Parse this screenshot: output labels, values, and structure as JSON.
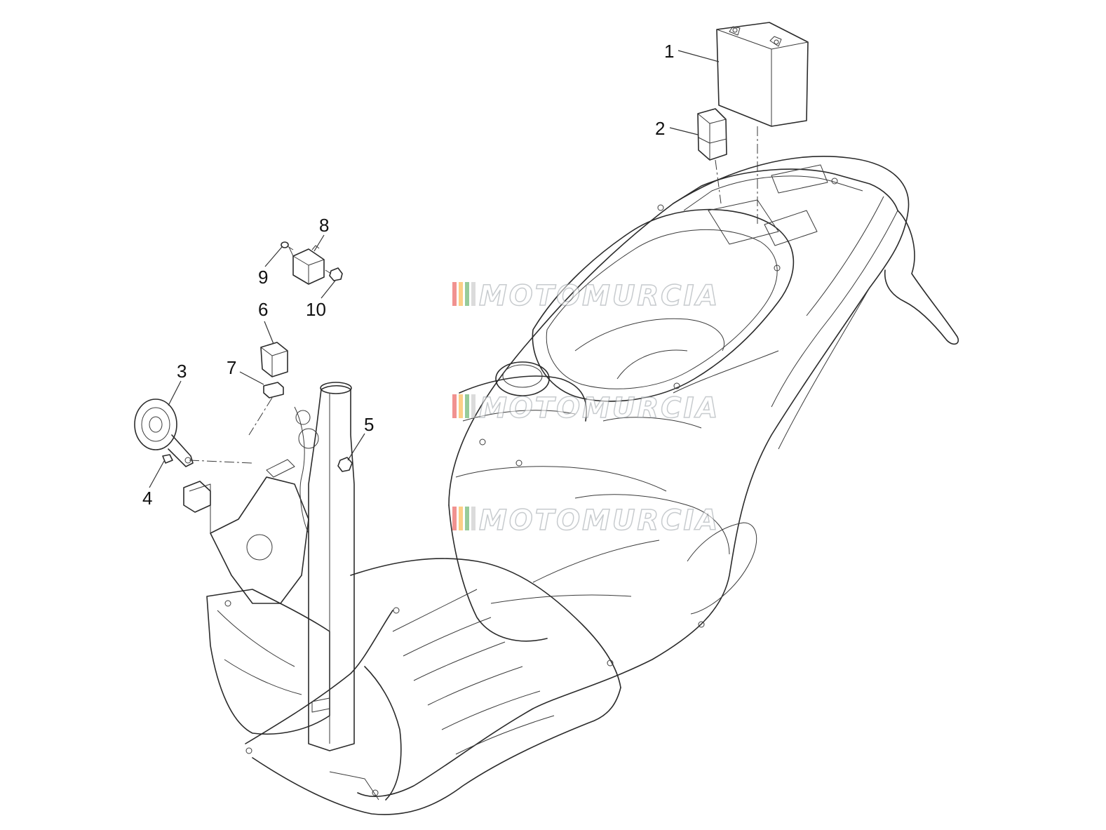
{
  "callouts": [
    "1",
    "2",
    "3",
    "4",
    "5",
    "6",
    "7",
    "8",
    "9",
    "10"
  ],
  "watermark": {
    "text": "MOTOMURCIA",
    "stripe_colors": [
      "#e53935",
      "#f9a825",
      "#43a047",
      "#bdbdbd"
    ]
  }
}
